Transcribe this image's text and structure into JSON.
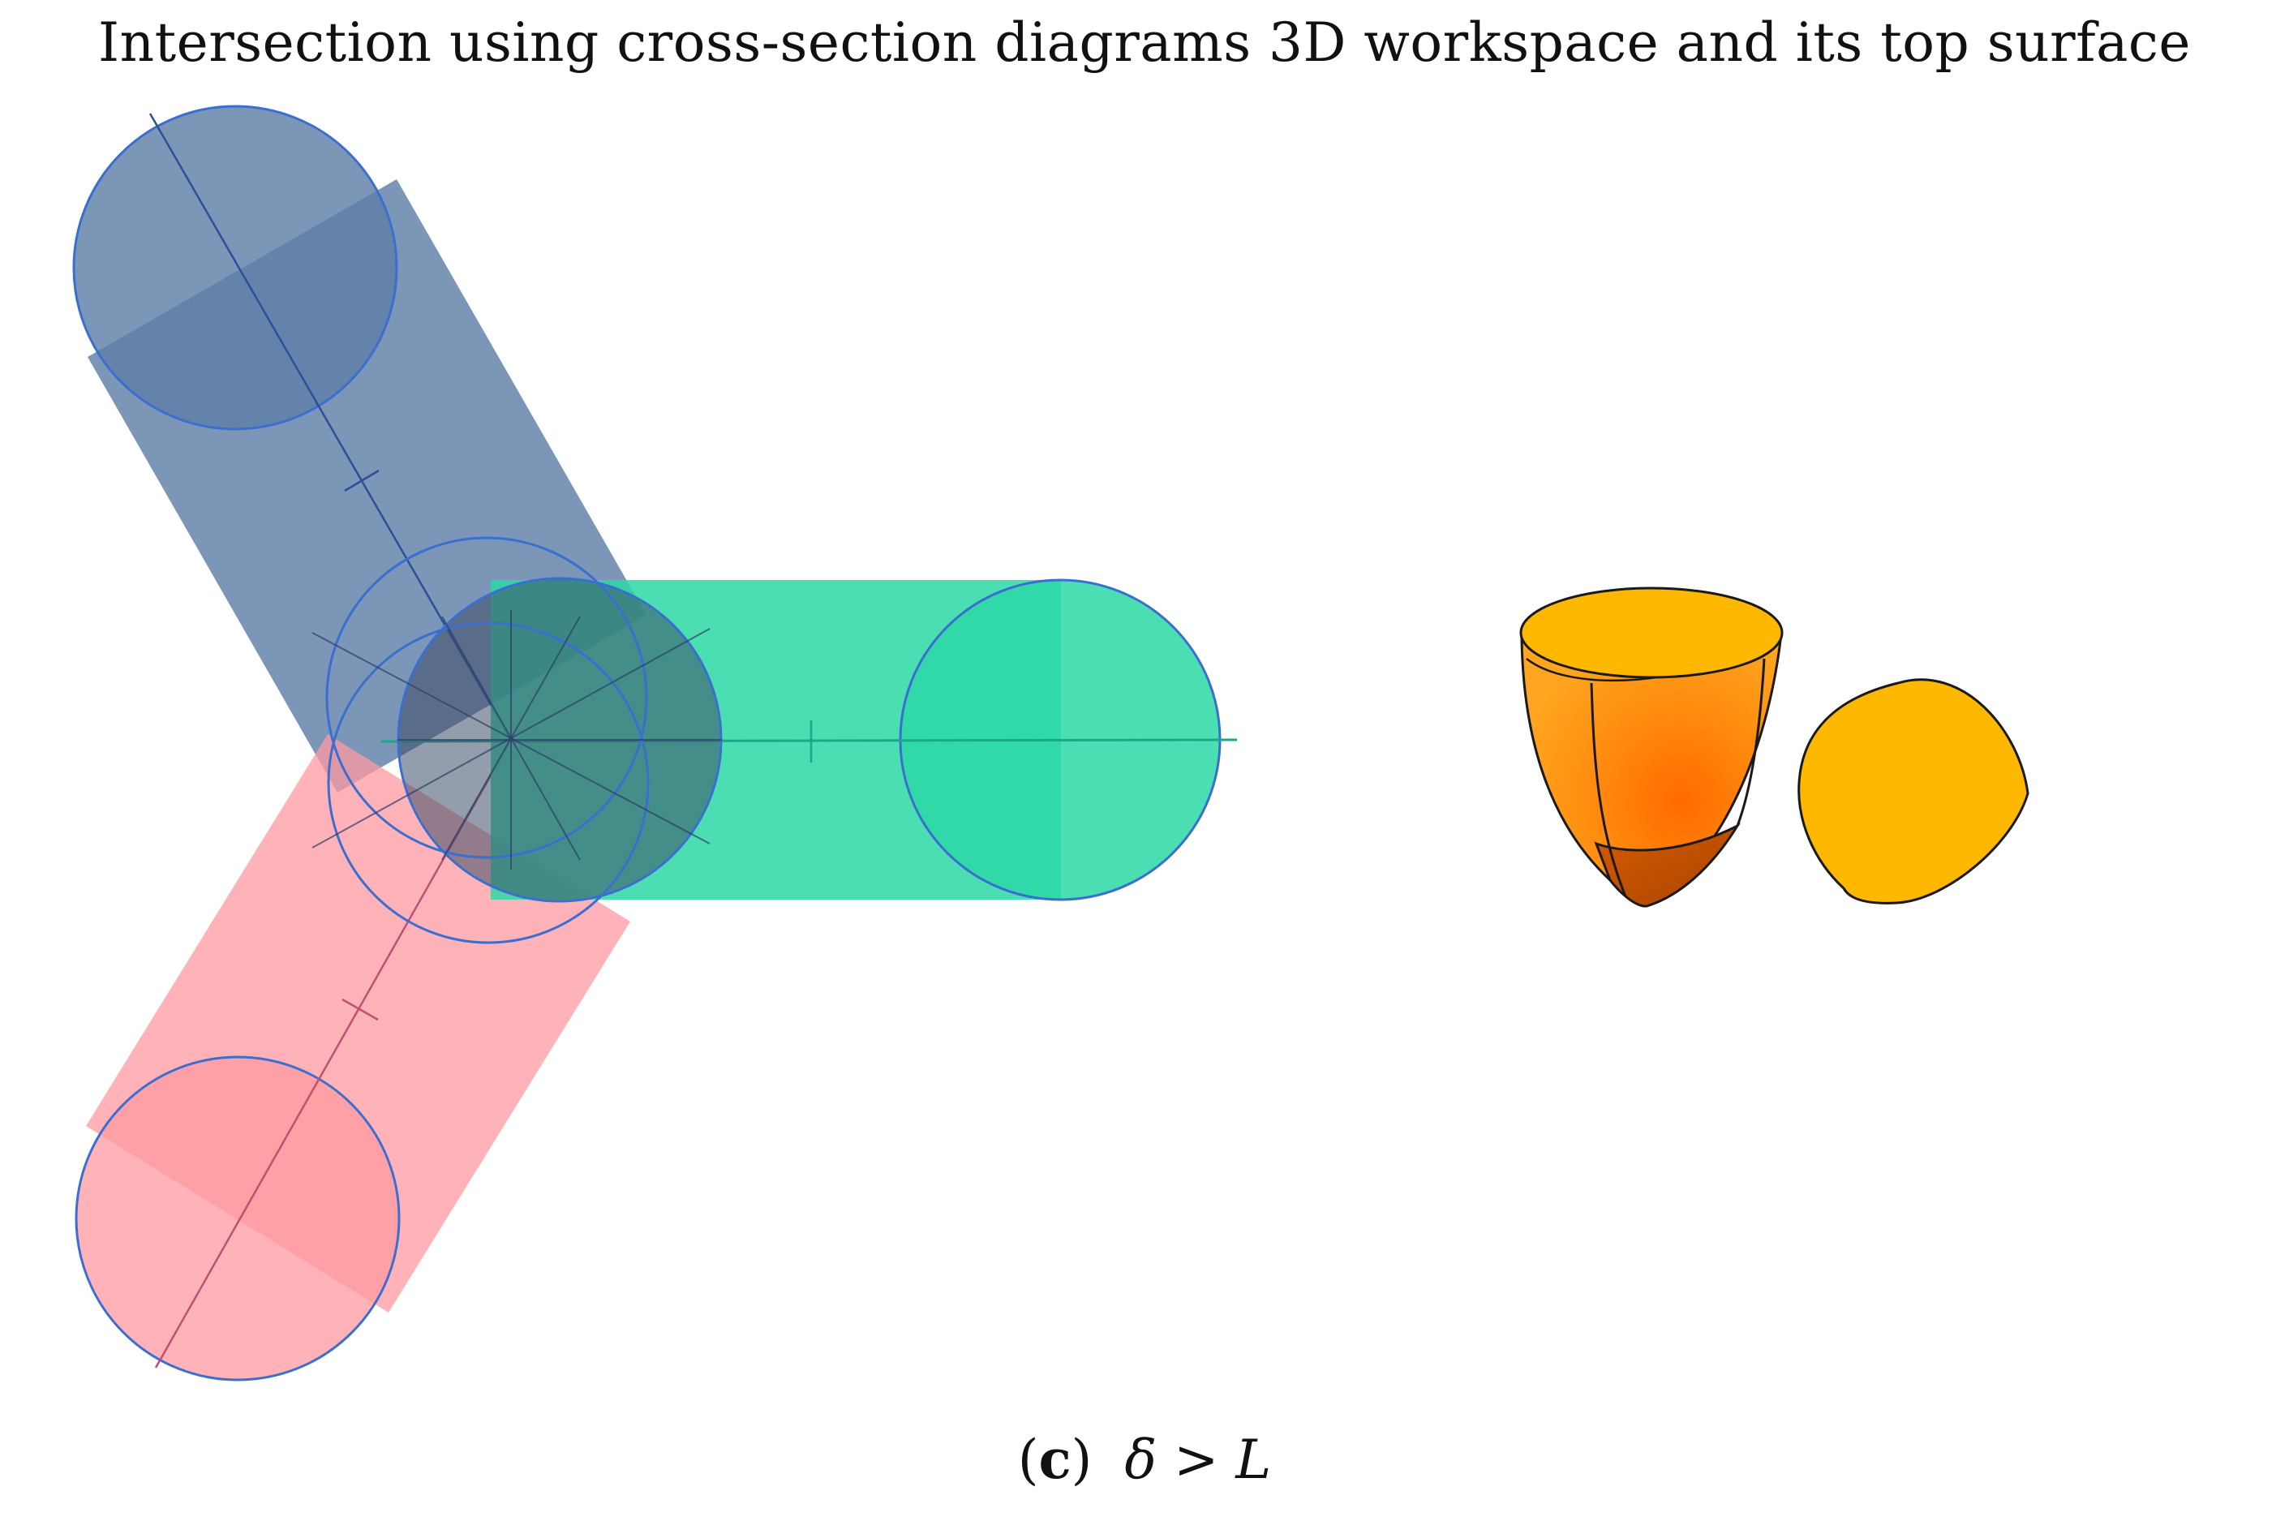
{
  "title": "Intersection using cross-section diagrams 3D workspace and its top surface",
  "caption": {
    "open_paren": "(",
    "label": "c",
    "close_paren": ")",
    "condition": "δ > L"
  },
  "colors": {
    "blue_arm": "#5f7fa8",
    "red_arm": "#ff9aa2",
    "green_arm": "#2dd8a6",
    "outline_blue": "#3a6fd0",
    "workspace_orange": "#ff8a00",
    "top_surface": "#ffb800"
  }
}
